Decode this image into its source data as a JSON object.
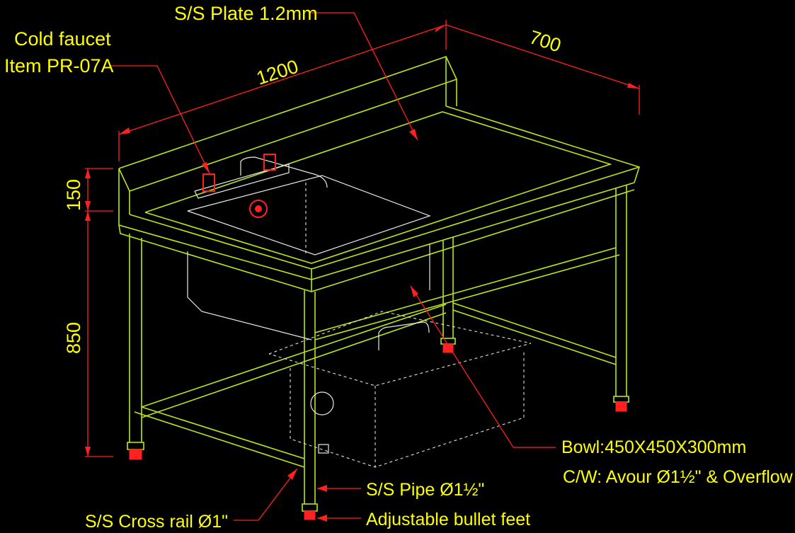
{
  "labels": {
    "plate": "S/S Plate 1.2mm",
    "faucet_line1": "Cold faucet",
    "faucet_line2": "Item PR-07A",
    "bowl": "Bowl:450X450X300mm",
    "cw": "C/W: Avour Ø1½\" & Overflow",
    "pipe": "S/S Pipe Ø1½\"",
    "cross_rail": "S/S Cross rail Ø1\"",
    "feet": "Adjustable bullet feet"
  },
  "dimensions": {
    "length": "1200",
    "depth": "700",
    "splash_height": "150",
    "leg_height": "850"
  },
  "colors": {
    "background": "#000000",
    "text": "#ffff00",
    "frame": "#b8e61a",
    "leader": "#ff2020",
    "detail": "#e8e8e8"
  }
}
